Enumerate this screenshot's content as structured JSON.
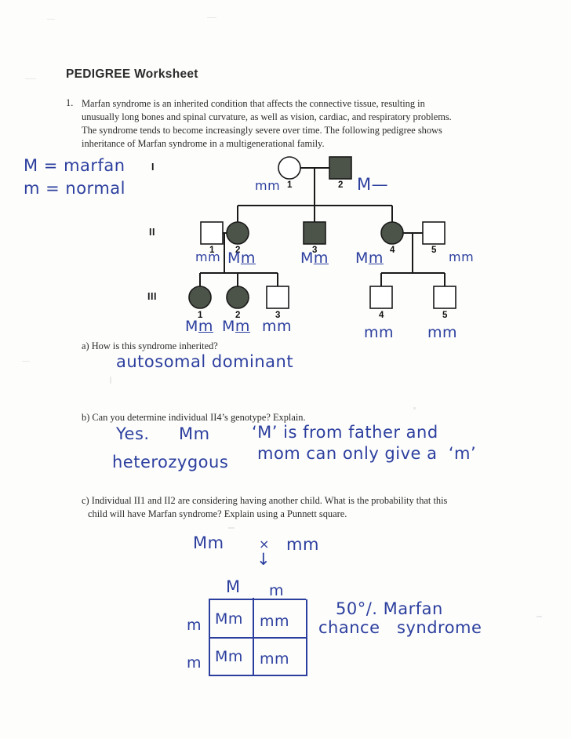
{
  "document": {
    "title": "PEDIGREE Worksheet"
  },
  "question1": {
    "number": "1.",
    "line1": "Marfan syndrome is an inherited condition that affects the connective tissue, resulting in",
    "line2": "unusually long bones and spinal curvature, as well as vision, cardiac, and respiratory problems.",
    "line3": "The syndrome tends to become increasingly severe over time. The following pedigree shows",
    "line4": "inheritance of Marfan syndrome in a multigenerational family."
  },
  "legend": {
    "dominant": "M = marfan",
    "recessive": "m = normal"
  },
  "pedigree": {
    "generation_labels": [
      "I",
      "II",
      "III"
    ],
    "colors": {
      "affected_fill": "#4c5449",
      "unaffected_fill": "#ffffff",
      "stroke": "#1a1a1a",
      "handwriting": "#2c3f9e"
    },
    "individuals": [
      {
        "id": "I-1",
        "number": "1",
        "shape": "circle",
        "affected": false,
        "genotype": "mm",
        "genotype_position": "left"
      },
      {
        "id": "I-2",
        "number": "2",
        "shape": "square",
        "affected": true,
        "genotype": "M—",
        "genotype_position": "right"
      },
      {
        "id": "II-1",
        "number": "1",
        "shape": "square",
        "affected": false,
        "genotype": "mm",
        "genotype_position": "below"
      },
      {
        "id": "II-2",
        "number": "2",
        "shape": "circle",
        "affected": true,
        "genotype": "Mm",
        "genotype_position": "below"
      },
      {
        "id": "II-3",
        "number": "3",
        "shape": "square",
        "affected": true,
        "genotype": "Mm",
        "genotype_position": "below"
      },
      {
        "id": "II-4",
        "number": "4",
        "shape": "circle",
        "affected": true,
        "genotype": "Mm",
        "genotype_position": "below"
      },
      {
        "id": "II-5",
        "number": "5",
        "shape": "square",
        "affected": false,
        "genotype": "mm",
        "genotype_position": "right"
      },
      {
        "id": "III-1",
        "number": "1",
        "shape": "circle",
        "affected": true,
        "genotype": "Mm",
        "genotype_position": "below"
      },
      {
        "id": "III-2",
        "number": "2",
        "shape": "circle",
        "affected": true,
        "genotype": "Mm",
        "genotype_position": "below"
      },
      {
        "id": "III-3",
        "number": "3",
        "shape": "square",
        "affected": false,
        "genotype": "mm",
        "genotype_position": "below"
      },
      {
        "id": "III-4",
        "number": "4",
        "shape": "square",
        "affected": false,
        "genotype": "mm",
        "genotype_position": "below"
      },
      {
        "id": "III-5",
        "number": "5",
        "shape": "square",
        "affected": false,
        "genotype": "mm",
        "genotype_position": "below"
      }
    ],
    "genotype_annotations": {
      "i1": "mm",
      "i2": "M—",
      "ii1": "mm",
      "ii2": "Mm",
      "ii3": "Mm",
      "ii4": "Mm",
      "ii5": "mm",
      "iii1": "Mm",
      "iii2": "Mm",
      "iii3": "mm",
      "iii4": "mm",
      "iii5": "mm"
    }
  },
  "question_a": {
    "label": "a) How is this syndrome inherited?",
    "answer": "autosomal dominant"
  },
  "question_b": {
    "label": "b) Can you determine individual II4’s genotype? Explain.",
    "answer_yes": "Yes.",
    "answer_genotype": "Mm",
    "answer_zygosity": "heterozygous",
    "explain_line1": "‘M’ is from father and",
    "explain_line2": "mom can only give a  ‘m’"
  },
  "question_c": {
    "label_line1": "c) Individual II1 and II2 are considering having another child. What is the probability that this",
    "label_line2": "child will have Marfan syndrome? Explain using a Punnett square.",
    "cross_parent1": "Mm",
    "cross_symbol": "×",
    "cross_parent2": "mm",
    "cross_arrow": "↓",
    "conclusion_line1": "50°/. Marfan",
    "conclusion_line2": "chance   syndrome"
  },
  "punnett": {
    "col_headers": [
      "M",
      "m"
    ],
    "row_headers": [
      "m",
      "m"
    ],
    "cells": [
      [
        "Mm",
        "mm"
      ],
      [
        "Mm",
        "mm"
      ]
    ]
  }
}
